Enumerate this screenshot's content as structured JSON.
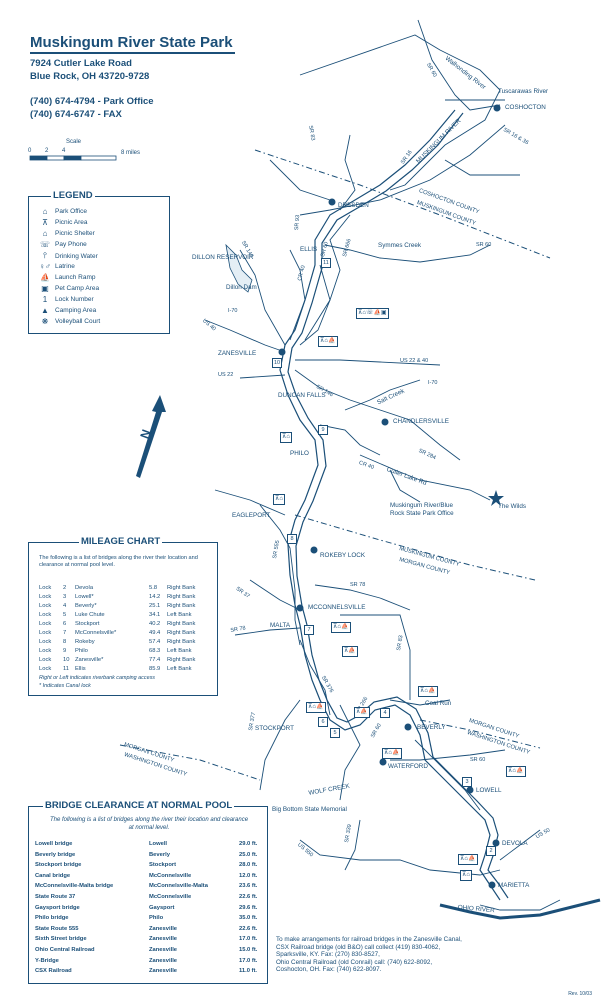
{
  "header": {
    "title": "Muskingum River State Park",
    "address_line1": "7924 Cutler Lake Road",
    "address_line2": "Blue Rock, OH 43720-9728",
    "phone_office": "(740) 674-4794 - Park Office",
    "phone_fax": "(740) 674-6747 - FAX"
  },
  "scale": {
    "label": "Scale",
    "ticks": [
      "0",
      "2",
      "4",
      "8 miles"
    ]
  },
  "legend": {
    "title": "LEGEND",
    "items": [
      {
        "icon": "park-office-icon",
        "glyph": "⌂",
        "label": "Park Office"
      },
      {
        "icon": "picnic-area-icon",
        "glyph": "⊼",
        "label": "Picnic Area"
      },
      {
        "icon": "picnic-shelter-icon",
        "glyph": "⌂",
        "label": "Picnic Shelter"
      },
      {
        "icon": "pay-phone-icon",
        "glyph": "☏",
        "label": "Pay Phone"
      },
      {
        "icon": "drinking-water-icon",
        "glyph": "⫯",
        "label": "Drinking Water"
      },
      {
        "icon": "latrine-icon",
        "glyph": "♀♂",
        "label": "Latrine"
      },
      {
        "icon": "launch-ramp-icon",
        "glyph": "⛵",
        "label": "Launch Ramp"
      },
      {
        "icon": "pet-camp-area-icon",
        "glyph": "▣",
        "label": "Pet Camp Area"
      },
      {
        "icon": "lock-number-icon",
        "glyph": "1",
        "label": "Lock Number"
      },
      {
        "icon": "camping-area-icon",
        "glyph": "▲",
        "label": "Camping Area"
      },
      {
        "icon": "volleyball-court-icon",
        "glyph": "❋",
        "label": "Volleyball Court"
      }
    ]
  },
  "mileage_chart": {
    "title": "MILEAGE CHART",
    "intro": "The following is a list of bridges along the river their location and clearance at normal pool level.",
    "rows": [
      {
        "lock": "Lock",
        "num": "2",
        "name": "Devola",
        "miles": "5.8",
        "bank": "Right Bank"
      },
      {
        "lock": "Lock",
        "num": "3",
        "name": "Lowell*",
        "miles": "14.2",
        "bank": "Right Bank"
      },
      {
        "lock": "Lock",
        "num": "4",
        "name": "Beverly*",
        "miles": "25.1",
        "bank": "Right Bank"
      },
      {
        "lock": "Lock",
        "num": "5",
        "name": "Luke Chute",
        "miles": "34.1",
        "bank": "Left Bank"
      },
      {
        "lock": "Lock",
        "num": "6",
        "name": "Stockport",
        "miles": "40.2",
        "bank": "Right Bank"
      },
      {
        "lock": "Lock",
        "num": "7",
        "name": "McConnelsville*",
        "miles": "49.4",
        "bank": "Right Bank"
      },
      {
        "lock": "Lock",
        "num": "8",
        "name": "Rokeby",
        "miles": "57.4",
        "bank": "Right Bank"
      },
      {
        "lock": "Lock",
        "num": "9",
        "name": "Philo",
        "miles": "68.3",
        "bank": "Left Bank"
      },
      {
        "lock": "Lock",
        "num": "10",
        "name": "Zanesville*",
        "miles": "77.4",
        "bank": "Right Bank"
      },
      {
        "lock": "Lock",
        "num": "11",
        "name": "Ellis",
        "miles": "85.9",
        "bank": "Left Bank"
      }
    ],
    "footnote1": "Right or Left indicates riverbank camping access",
    "footnote2": "* Indicates Canal lock"
  },
  "bridge_clearance": {
    "title": "BRIDGE CLEARANCE AT NORMAL POOL",
    "intro": "The following is a list of bridges along the river their location and clearance at normal level.",
    "rows": [
      {
        "bridge": "Lowell bridge",
        "location": "Lowell",
        "clearance": "29.0 ft."
      },
      {
        "bridge": "Beverly bridge",
        "location": "Beverly",
        "clearance": "25.0 ft."
      },
      {
        "bridge": "Stockport bridge",
        "location": "Stockport",
        "clearance": "28.0 ft."
      },
      {
        "bridge": "Canal bridge",
        "location": "McConnelsville",
        "clearance": "12.0 ft."
      },
      {
        "bridge": "McConnelsville-Malta bridge",
        "location": "McConnelsville-Malta",
        "clearance": "23.6 ft."
      },
      {
        "bridge": "State Route 37",
        "location": "McConnelsville",
        "clearance": "22.6 ft."
      },
      {
        "bridge": "Gaysport bridge",
        "location": "Gaysport",
        "clearance": "29.6 ft."
      },
      {
        "bridge": "Philo bridge",
        "location": "Philo",
        "clearance": "35.0 ft."
      },
      {
        "bridge": "State Route 555",
        "location": "Zanesville",
        "clearance": "22.6 ft."
      },
      {
        "bridge": "Sixth Street bridge",
        "location": "Zanesville",
        "clearance": "17.0 ft."
      },
      {
        "bridge": "Ohio Central Railroad",
        "location": "Zanesville",
        "clearance": "15.0 ft."
      },
      {
        "bridge": "Y-Bridge",
        "location": "Zanesville",
        "clearance": "17.0 ft."
      },
      {
        "bridge": "CSX Railroad",
        "location": "Zanesville",
        "clearance": "11.0 ft."
      }
    ]
  },
  "railroad_note": {
    "lines": [
      "To make arrangements for railroad bridges in the Zanesville Canal,",
      "CSX Railroad bridge (old B&O) call collect (419) 830-4062,",
      "Sparksville, KY. Fax: (270) 830-8527,",
      "Ohio Central Railroad (old Conrail) call: (740) 622-8092,",
      "Coshocton, OH. Fax: (740) 622-8097."
    ]
  },
  "wilds_note": {
    "lines": [
      "Muskingum River/Blue",
      "Rock State Park Office"
    ]
  },
  "map_labels": {
    "towns": [
      {
        "id": "coshocton",
        "text": "COSHOCTON"
      },
      {
        "id": "dresden",
        "text": "DRESDEN"
      },
      {
        "id": "ellis",
        "text": "ELLIS"
      },
      {
        "id": "zanesville",
        "text": "ZANESVILLE"
      },
      {
        "id": "duncan-falls",
        "text": "DUNCAN FALLS"
      },
      {
        "id": "chandlersville",
        "text": "CHANDLERSVILLE"
      },
      {
        "id": "philo",
        "text": "PHILO"
      },
      {
        "id": "eagleport",
        "text": "EAGLEPORT"
      },
      {
        "id": "rokeby-lock",
        "text": "ROKEBY LOCK"
      },
      {
        "id": "mcconnelsville",
        "text": "MCCONNELSVILLE"
      },
      {
        "id": "malta",
        "text": "MALTA"
      },
      {
        "id": "stockport",
        "text": "STOCKPORT"
      },
      {
        "id": "beverly",
        "text": "BEVERLY"
      },
      {
        "id": "waterford",
        "text": "WATERFORD"
      },
      {
        "id": "lowell",
        "text": "LOWELL"
      },
      {
        "id": "devola",
        "text": "DEVOLA"
      },
      {
        "id": "marietta",
        "text": "MARIETTA"
      },
      {
        "id": "the-wilds",
        "text": "The Wilds"
      }
    ],
    "water": [
      {
        "id": "walhonding-river",
        "text": "Walhonding River"
      },
      {
        "id": "tuscarawas-river",
        "text": "Tuscarawas River"
      },
      {
        "id": "muskingum-river",
        "text": "MUSKINGUM RIVER"
      },
      {
        "id": "dillon-reservoir",
        "text": "DILLON RESERVOIR"
      },
      {
        "id": "dillon-dam",
        "text": "Dillon Dam"
      },
      {
        "id": "symmes-creek",
        "text": "Symmes Creek"
      },
      {
        "id": "salt-creek",
        "text": "Salt Creek"
      },
      {
        "id": "cutler-lake-rd",
        "text": "Cutler Lake Rd"
      },
      {
        "id": "coal-run",
        "text": "Coal Run"
      },
      {
        "id": "wolf-creek",
        "text": "WOLF CREEK"
      },
      {
        "id": "big-bottom",
        "text": "Big Bottom State Memorial"
      },
      {
        "id": "ohio-river",
        "text": "OHIO RIVER"
      }
    ],
    "counties": [
      {
        "id": "coshocton-county",
        "text": "COSHOCTON COUNTY"
      },
      {
        "id": "muskingum-county",
        "text": "MUSKINGUM COUNTY"
      },
      {
        "id": "muskingum-county-2",
        "text": "MUSKINGUM COUNTY"
      },
      {
        "id": "morgan-county",
        "text": "MORGAN COUNTY"
      },
      {
        "id": "morgan-county-2",
        "text": "MORGAN COUNTY"
      },
      {
        "id": "washington-county",
        "text": "WASHINGTON COUNTY"
      },
      {
        "id": "morgan-county-3",
        "text": "MORGAN COUNTY"
      },
      {
        "id": "washington-county-2",
        "text": "WASHINGTON COUNTY"
      }
    ],
    "routes": [
      {
        "id": "sr60-n",
        "text": "SR 60"
      },
      {
        "id": "sr16",
        "text": "SR 16 & 36"
      },
      {
        "id": "sr83",
        "text": "SR 83"
      },
      {
        "id": "sr16b",
        "text": "SR 16"
      },
      {
        "id": "sr93",
        "text": "SR 93"
      },
      {
        "id": "sr146",
        "text": "SR 146"
      },
      {
        "id": "sr60-e",
        "text": "SR 60"
      },
      {
        "id": "sr666",
        "text": "SR 666"
      },
      {
        "id": "ca40",
        "text": "CR 40"
      },
      {
        "id": "us40",
        "text": "US 40"
      },
      {
        "id": "i70-w",
        "text": "I-70"
      },
      {
        "id": "us22",
        "text": "US 22"
      },
      {
        "id": "us22-40",
        "text": "US 22 & 40"
      },
      {
        "id": "sr146b",
        "text": "SR 146"
      },
      {
        "id": "i70-e",
        "text": "I-70"
      },
      {
        "id": "sr284",
        "text": "SR 284"
      },
      {
        "id": "cr40",
        "text": "CR 40"
      },
      {
        "id": "sr60b",
        "text": "SR 60"
      },
      {
        "id": "sr555",
        "text": "SR 555"
      },
      {
        "id": "sr78",
        "text": "SR 78"
      },
      {
        "id": "sr37",
        "text": "SR 37"
      },
      {
        "id": "sr78b",
        "text": "SR 78"
      },
      {
        "id": "sr376",
        "text": "SR 376"
      },
      {
        "id": "sr83b",
        "text": "SR 83"
      },
      {
        "id": "sr377",
        "text": "SR 377"
      },
      {
        "id": "sr266",
        "text": "SR 266"
      },
      {
        "id": "sr60c",
        "text": "SR 60"
      },
      {
        "id": "sr339",
        "text": "SR 339"
      },
      {
        "id": "us550",
        "text": "US 550"
      },
      {
        "id": "us50",
        "text": "US 50"
      },
      {
        "id": "sr60d",
        "text": "SR 60"
      }
    ],
    "north": "N"
  },
  "facility_icons": [
    "⊼⌂☏⛵▣",
    "⊼⌂⛵",
    "⊼⌂",
    "⊼⌂",
    "⊼⌂⛵",
    "⊼⛵",
    "⊼⌂⛵",
    "⊼⌂⛵",
    "⊼⛵",
    "⊼⌂⛵",
    "⊼⌂⛵",
    "⊼⌂⛵",
    "⊼⌂"
  ],
  "lock_numbers": [
    "11",
    "10",
    "9",
    "8",
    "7",
    "6",
    "5",
    "4",
    "3",
    "2"
  ],
  "revision": "Rev. 10/03",
  "colors": {
    "ink": "#1b4f78",
    "water": "#e4eef5",
    "background": "#ffffff"
  }
}
